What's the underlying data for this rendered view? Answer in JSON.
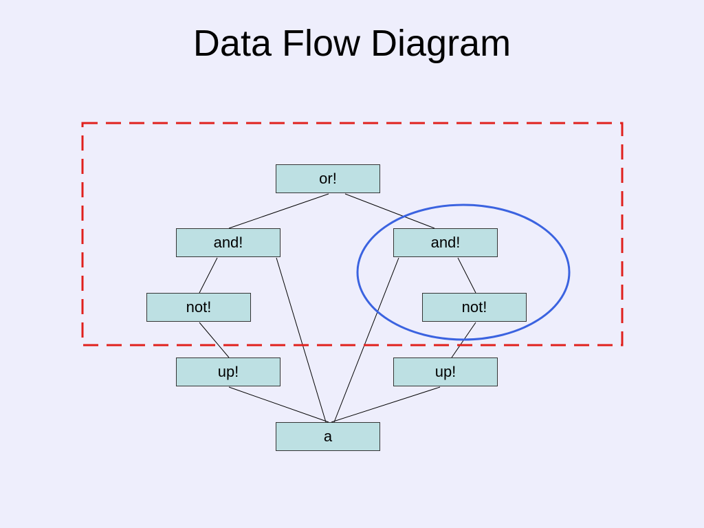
{
  "slide": {
    "title": "Data Flow Diagram"
  },
  "diagram": {
    "nodes": {
      "or": "or!",
      "and_left": "and!",
      "and_right": "and!",
      "not_left": "not!",
      "not_right": "not!",
      "up_left": "up!",
      "up_right": "up!",
      "a": "a"
    },
    "edges": [
      [
        "or",
        "and_left"
      ],
      [
        "or",
        "and_right"
      ],
      [
        "and_left",
        "not_left"
      ],
      [
        "and_left",
        "a"
      ],
      [
        "and_right",
        "not_right"
      ],
      [
        "and_right",
        "a"
      ],
      [
        "not_left",
        "up_left"
      ],
      [
        "not_right",
        "up_right"
      ],
      [
        "up_left",
        "a"
      ],
      [
        "up_right",
        "a"
      ]
    ],
    "colors": {
      "node_fill": "#bde0e3",
      "node_border": "#333333",
      "edge": "#000000",
      "dashed_region": "#e0201c",
      "ellipse_highlight": "#3b63e0",
      "background": "#eeeefc"
    }
  }
}
